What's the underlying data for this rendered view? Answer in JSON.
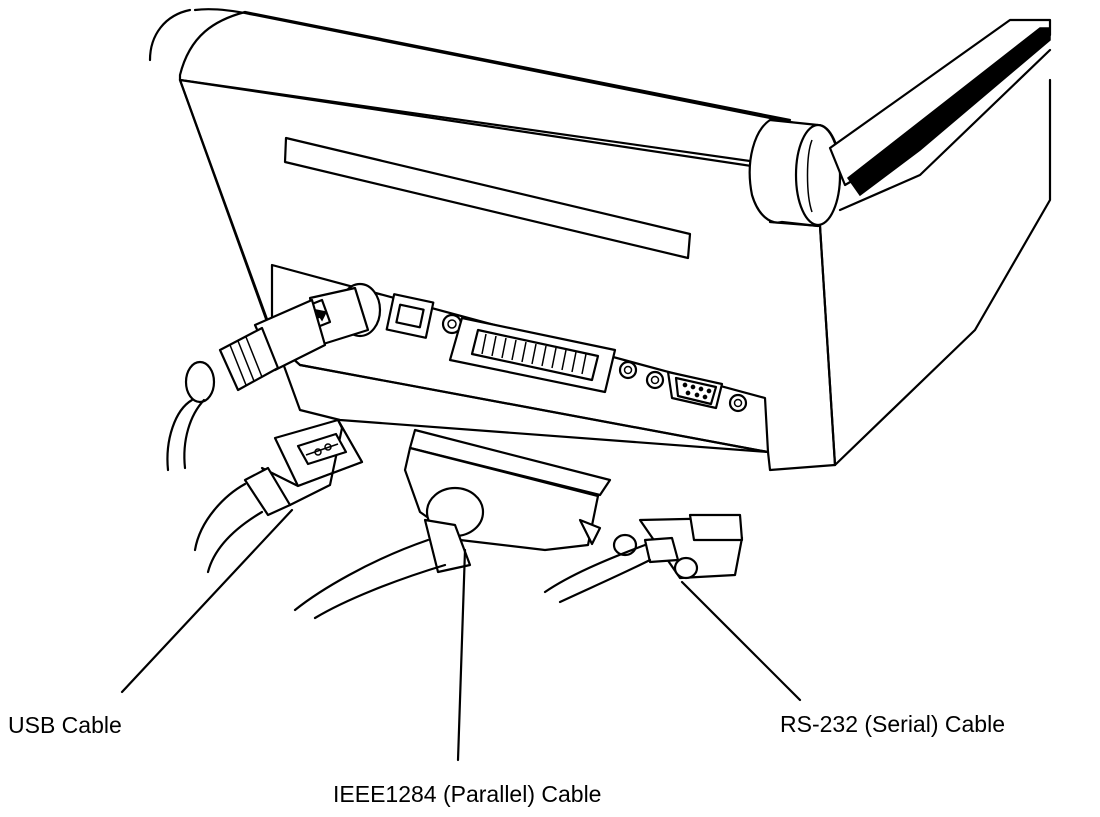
{
  "diagram": {
    "labels": {
      "usb": "USB Cable",
      "parallel": "IEEE1284 (Parallel) Cable",
      "serial": "RS-232 (Serial) Cable"
    },
    "colors": {
      "ink": "#000000",
      "paper": "#ffffff"
    },
    "icons": [
      "usb-symbol-icon",
      "arrow-up-icon"
    ]
  }
}
